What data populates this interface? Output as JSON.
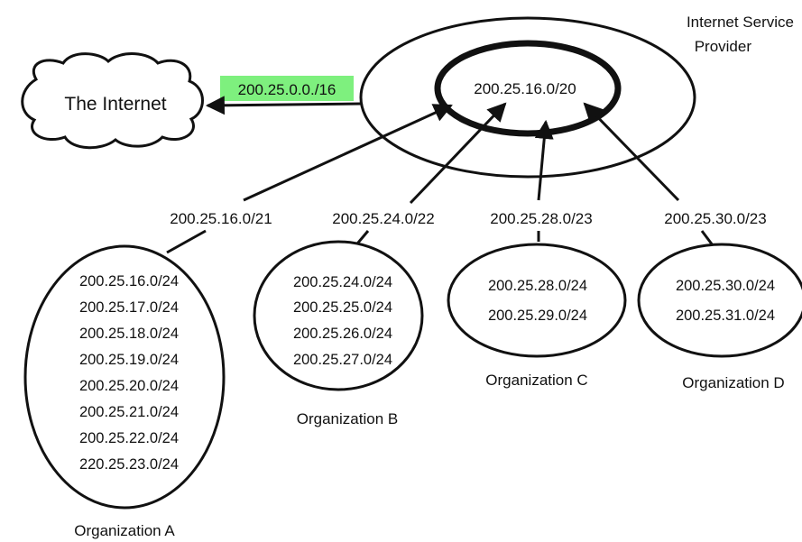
{
  "isp": {
    "title_line1": "Internet Service",
    "title_line2": "Provider",
    "prefix": "200.25.16.0/20"
  },
  "internet": {
    "label": "The Internet",
    "route": "200.25.0.0./16",
    "route_highlight": "#7ef07e"
  },
  "links": [
    {
      "prefix": "200.25.16.0/21"
    },
    {
      "prefix": "200.25.24.0/22"
    },
    {
      "prefix": "200.25.28.0/23"
    },
    {
      "prefix": "200.25.30.0/23"
    }
  ],
  "orgs": [
    {
      "name": "Organization A",
      "subnets": [
        "200.25.16.0/24",
        "200.25.17.0/24",
        "200.25.18.0/24",
        "200.25.19.0/24",
        "200.25.20.0/24",
        "200.25.21.0/24",
        "200.25.22.0/24",
        "220.25.23.0/24"
      ]
    },
    {
      "name": "Organization B",
      "subnets": [
        "200.25.24.0/24",
        "200.25.25.0/24",
        "200.25.26.0/24",
        "200.25.27.0/24"
      ]
    },
    {
      "name": "Organization C",
      "subnets": [
        "200.25.28.0/24",
        "200.25.29.0/24"
      ]
    },
    {
      "name": "Organization D",
      "subnets": [
        "200.25.30.0/24",
        "200.25.31.0/24"
      ]
    }
  ]
}
